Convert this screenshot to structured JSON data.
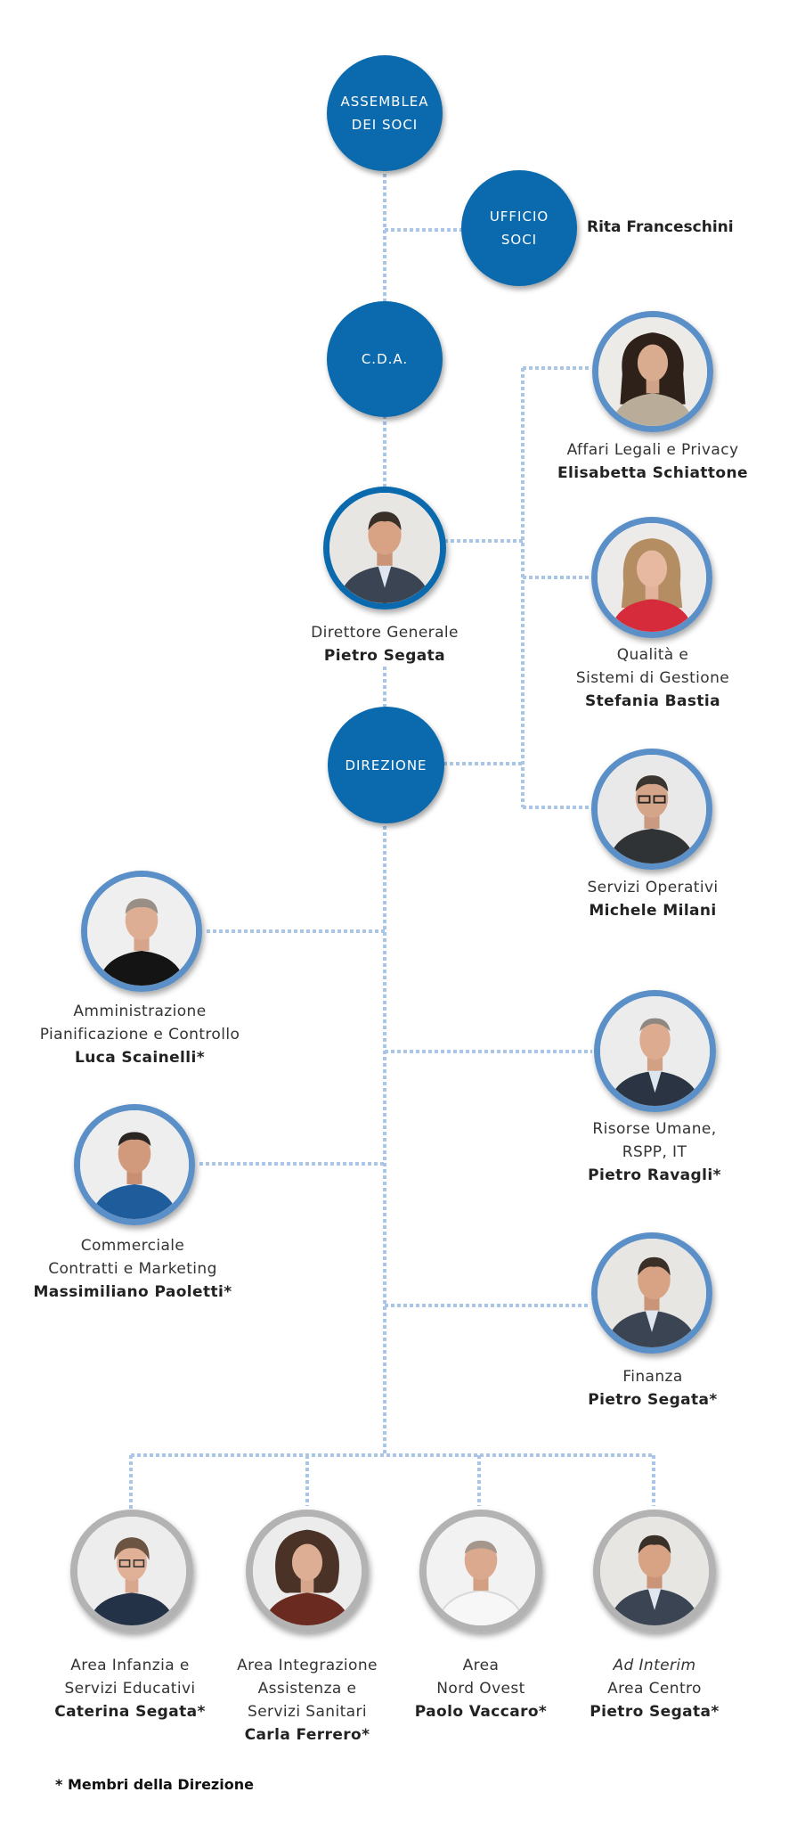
{
  "nodes": {
    "assemblea": "ASSEMBLEA\nDEI SOCI",
    "ufficio": "UFFICIO\nSOCI",
    "cda": "C.D.A.",
    "direzione": "DIREZIONE"
  },
  "ufficio_name": "Rita Franceschini",
  "people": {
    "dg": {
      "roles": [
        "Direttore Generale"
      ],
      "name": "Pietro Segata"
    },
    "legali": {
      "roles": [
        "Affari Legali e Privacy"
      ],
      "name": "Elisabetta Schiattone"
    },
    "qualita": {
      "roles": [
        "Qualità e",
        "Sistemi di Gestione"
      ],
      "name": "Stefania Bastia"
    },
    "servizi": {
      "roles": [
        "Servizi Operativi"
      ],
      "name": "Michele Milani"
    },
    "amministrazione": {
      "roles": [
        "Amministrazione",
        "Pianificazione e Controllo"
      ],
      "name": "Luca Scainelli*"
    },
    "risorse": {
      "roles": [
        "Risorse Umane,",
        "RSPP, IT"
      ],
      "name": "Pietro Ravagli*"
    },
    "commerciale": {
      "roles": [
        "Commerciale",
        "Contratti e Marketing"
      ],
      "name": "Massimiliano Paoletti*"
    },
    "finanza": {
      "roles": [
        "Finanza"
      ],
      "name": "Pietro Segata*"
    },
    "infanzia": {
      "roles": [
        "Area Infanzia e",
        "Servizi Educativi"
      ],
      "name": "Caterina Segata*"
    },
    "integrazione": {
      "roles": [
        "Area Integrazione",
        "Assistenza e",
        "Servizi Sanitari"
      ],
      "name": "Carla Ferrero*"
    },
    "nordovest": {
      "roles": [
        "Area",
        "Nord Ovest"
      ],
      "name": "Paolo Vaccaro*"
    },
    "centro": {
      "interim": "Ad Interim",
      "roles": [
        "Area Centro"
      ],
      "name": "Pietro Segata*"
    }
  },
  "footnote": "* Membri della Direzione",
  "colors": {
    "node_blue": "#0b6aae",
    "ring_blue": "#5b8fc7",
    "ring_grey": "#b3b3b3",
    "connector": "#a9c6e6"
  }
}
